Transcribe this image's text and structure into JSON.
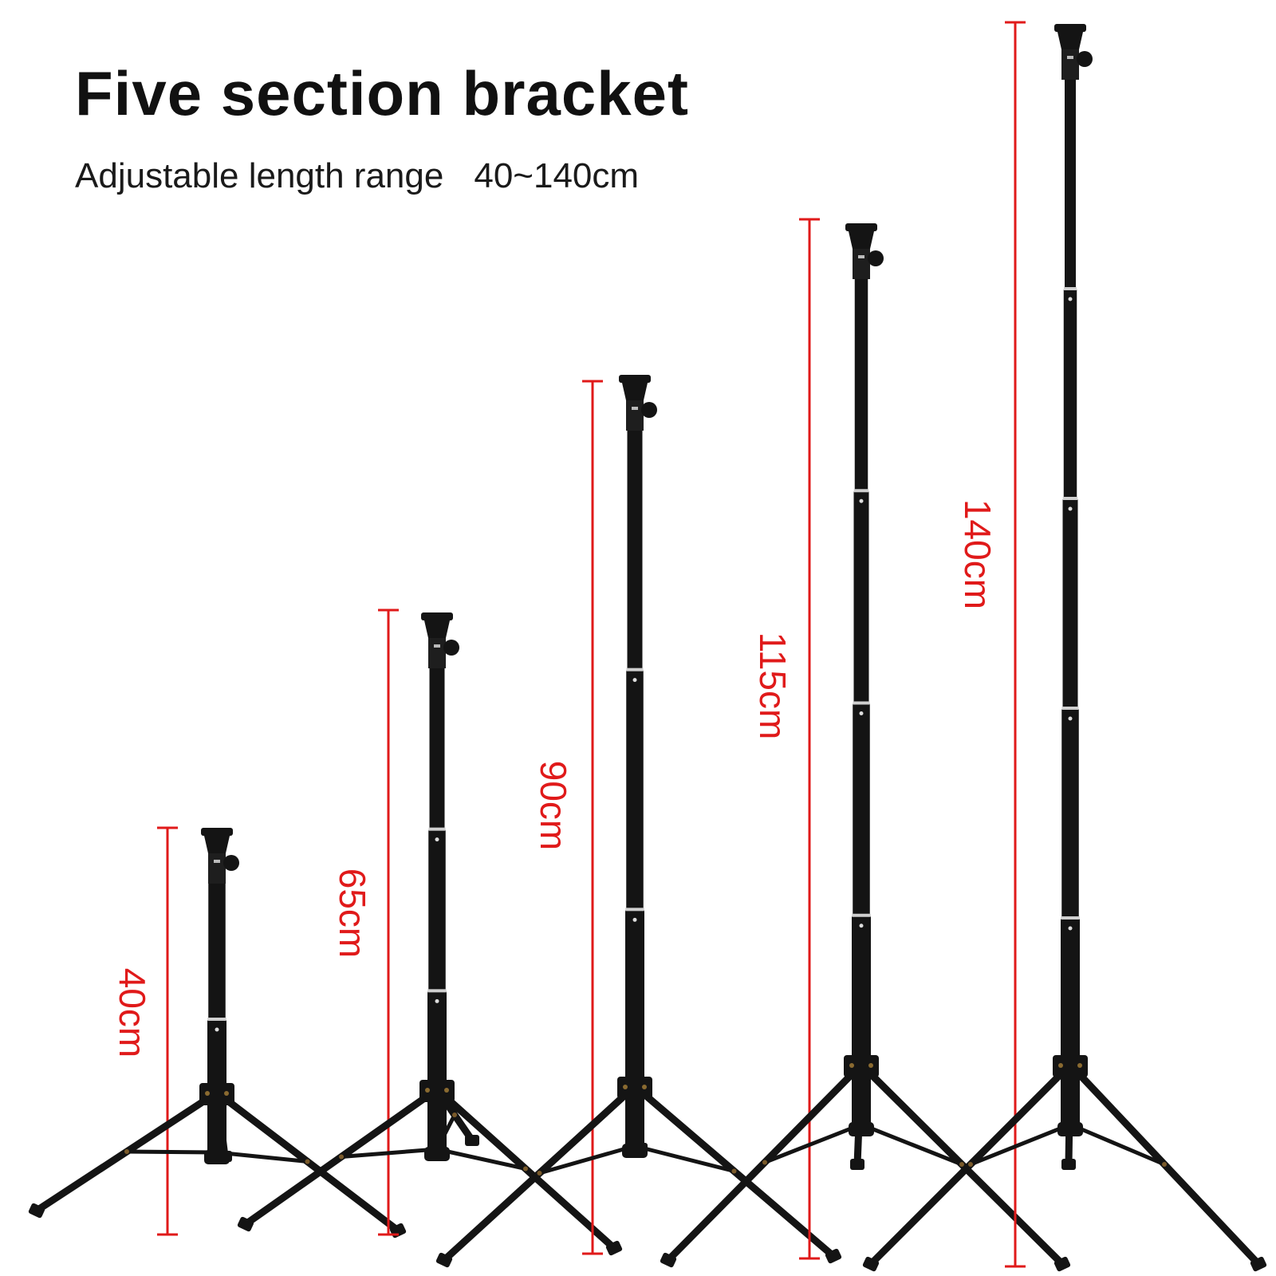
{
  "title": "Five section bracket",
  "subtitle": {
    "label": "Adjustable length range",
    "range": "40~140cm"
  },
  "colors": {
    "measure": "#e01a1a",
    "stand": "#141414",
    "background": "#ffffff"
  },
  "stands": [
    {
      "height_label": "40cm",
      "sections": 2
    },
    {
      "height_label": "65cm",
      "sections": 3
    },
    {
      "height_label": "90cm",
      "sections": 3
    },
    {
      "height_label": "115cm",
      "sections": 4
    },
    {
      "height_label": "140cm",
      "sections": 5
    }
  ]
}
